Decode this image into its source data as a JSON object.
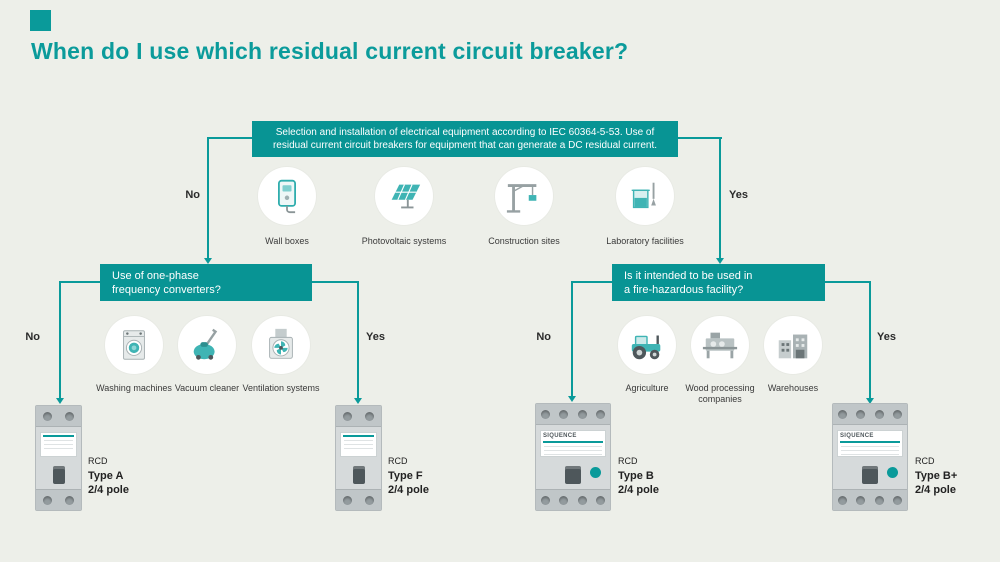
{
  "header": {
    "title": "When do I use which residual current circuit breaker?"
  },
  "colors": {
    "accent": "#0a9a9a",
    "background": "#edefe9"
  },
  "root": {
    "question": "Selection and installation of electrical equipment according to IEC 60364-5-53. Use of residual current circuit breakers for equipment that can generate a DC residual current.",
    "no_label": "No",
    "yes_label": "Yes",
    "examples": [
      {
        "label": "Wall boxes"
      },
      {
        "label": "Photovoltaic systems"
      },
      {
        "label": "Construction sites"
      },
      {
        "label": "Laboratory facilities"
      }
    ]
  },
  "left_branch": {
    "question_line1": "Use of one-phase",
    "question_line2": "frequency converters?",
    "no_label": "No",
    "yes_label": "Yes",
    "examples": [
      {
        "label": "Washing machines"
      },
      {
        "label": "Vacuum cleaner"
      },
      {
        "label": "Ventilation systems"
      }
    ]
  },
  "right_branch": {
    "question_line1": "Is it intended to be used in",
    "question_line2": "a fire-hazardous facility?",
    "no_label": "No",
    "yes_label": "Yes",
    "examples": [
      {
        "label": "Agriculture"
      },
      {
        "label": "Wood processing companies"
      },
      {
        "label": "Warehouses"
      }
    ]
  },
  "products": [
    {
      "category": "RCD",
      "type": "Type A",
      "poles": "2/4 pole"
    },
    {
      "category": "RCD",
      "type": "Type F",
      "poles": "2/4 pole"
    },
    {
      "category": "RCD",
      "type": "Type B",
      "poles": "2/4 pole",
      "brand": "SIQUENCE"
    },
    {
      "category": "RCD",
      "type": "Type B+",
      "poles": "2/4 pole",
      "brand": "SIQUENCE"
    }
  ]
}
